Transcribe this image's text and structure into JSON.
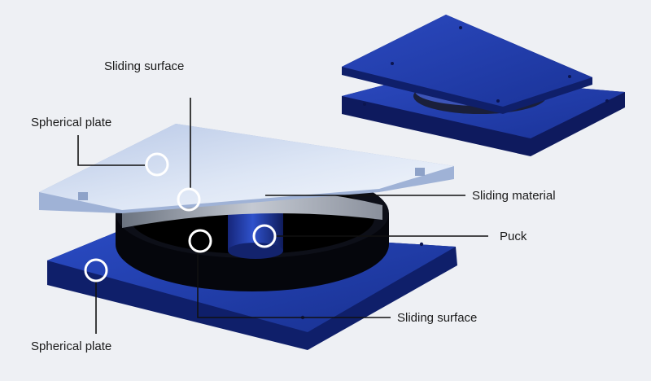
{
  "labels": {
    "sliding_surface_top": "Sliding surface",
    "spherical_plate_top": "Spherical plate",
    "sliding_material": "Sliding material",
    "puck": "Puck",
    "sliding_surface_bottom": "Sliding surface",
    "spherical_plate_bottom": "Spherical plate"
  },
  "colors": {
    "background": "#eef0f4",
    "plate_blue": "#1f3aa8",
    "plate_blue_dark": "#0f1f6a",
    "top_plate_light": "#c9d7ee",
    "interior_black": "#0a0a12",
    "callout_ring": "#ffffff",
    "callout_line": "#111111"
  }
}
